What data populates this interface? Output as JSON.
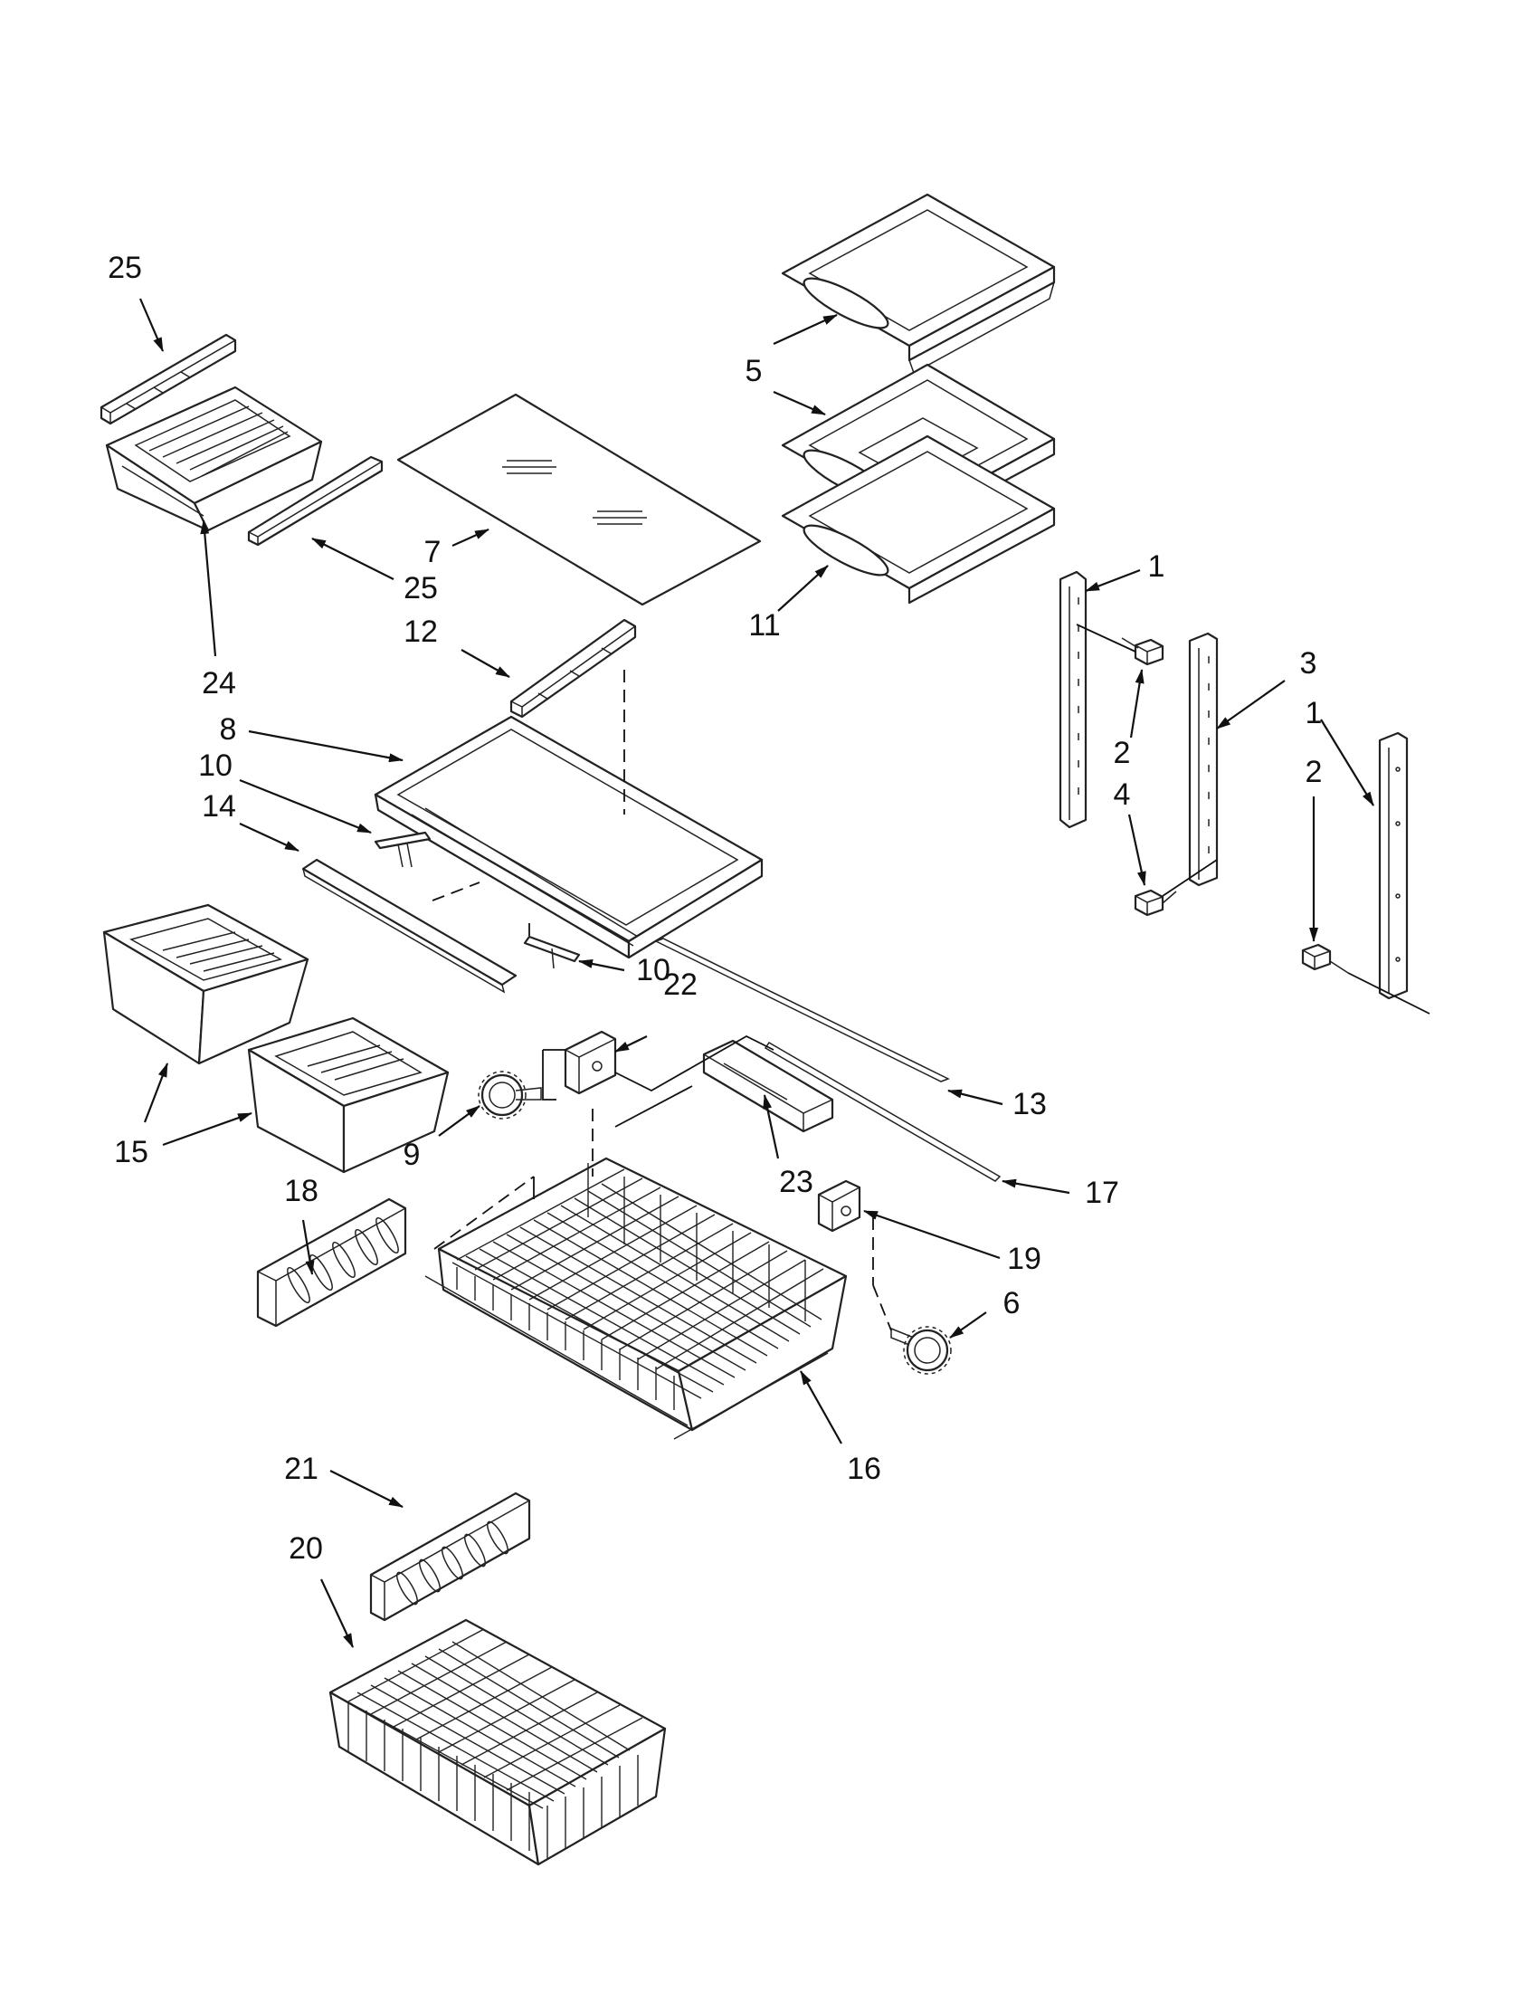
{
  "diagram": {
    "callouts": [
      {
        "id": "c25a",
        "label": "25"
      },
      {
        "id": "c25b",
        "label": "25"
      },
      {
        "id": "c24",
        "label": "24"
      },
      {
        "id": "c7",
        "label": "7"
      },
      {
        "id": "c12",
        "label": "12"
      },
      {
        "id": "c8",
        "label": "8"
      },
      {
        "id": "c10a",
        "label": "10"
      },
      {
        "id": "c14",
        "label": "14"
      },
      {
        "id": "c10b",
        "label": "10"
      },
      {
        "id": "c5",
        "label": "5"
      },
      {
        "id": "c11",
        "label": "11"
      },
      {
        "id": "c1a",
        "label": "1"
      },
      {
        "id": "c2a",
        "label": "2"
      },
      {
        "id": "c4",
        "label": "4"
      },
      {
        "id": "c3",
        "label": "3"
      },
      {
        "id": "c1b",
        "label": "1"
      },
      {
        "id": "c2b",
        "label": "2"
      },
      {
        "id": "c22",
        "label": "22"
      },
      {
        "id": "c13",
        "label": "13"
      },
      {
        "id": "c15",
        "label": "15"
      },
      {
        "id": "c9",
        "label": "9"
      },
      {
        "id": "c23",
        "label": "23"
      },
      {
        "id": "c17",
        "label": "17"
      },
      {
        "id": "c18",
        "label": "18"
      },
      {
        "id": "c19",
        "label": "19"
      },
      {
        "id": "c6",
        "label": "6"
      },
      {
        "id": "c16",
        "label": "16"
      },
      {
        "id": "c21",
        "label": "21"
      },
      {
        "id": "c20",
        "label": "20"
      }
    ]
  }
}
